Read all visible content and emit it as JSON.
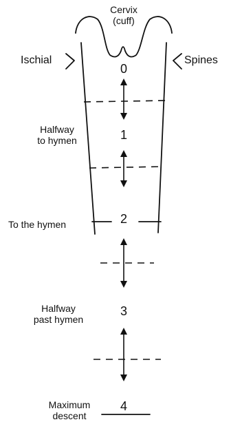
{
  "labels": {
    "cervix_line1": "Cervix",
    "cervix_line2": "(cuff)",
    "ischial": "Ischial",
    "spines": "Spines",
    "halfway_to_hymen_line1": "Halfway",
    "halfway_to_hymen_line2": "to hymen",
    "to_the_hymen": "To the hymen",
    "halfway_past_hymen_line1": "Halfway",
    "halfway_past_hymen_line2": "past hymen",
    "maximum_descent_line1": "Maximum",
    "maximum_descent_line2": "descent"
  },
  "stages": [
    "0",
    "1",
    "2",
    "3",
    "4"
  ]
}
